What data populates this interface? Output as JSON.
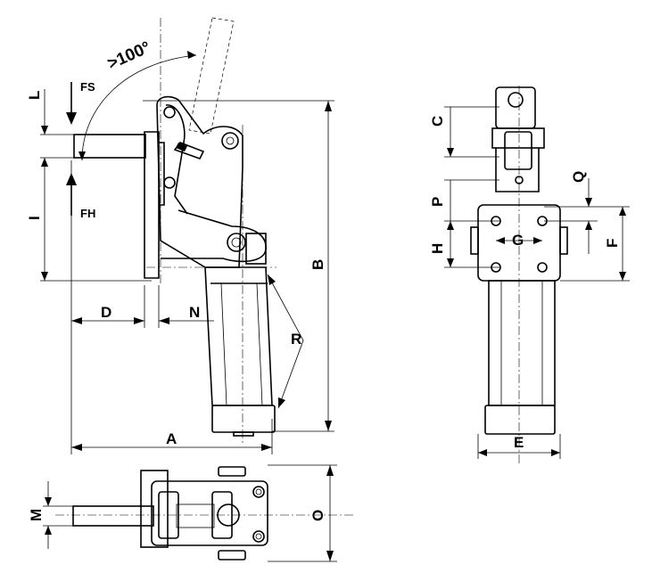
{
  "angle_label": ">100°",
  "force_labels": {
    "fs": "FS",
    "fh": "FH"
  },
  "dimensions": {
    "A": "A",
    "B": "B",
    "C": "C",
    "D": "D",
    "E": "E",
    "F": "F",
    "G": "G",
    "H": "H",
    "I": "I",
    "L": "L",
    "M": "M",
    "N": "N",
    "O": "O",
    "P": "P",
    "Q": "Q",
    "R": "R"
  }
}
